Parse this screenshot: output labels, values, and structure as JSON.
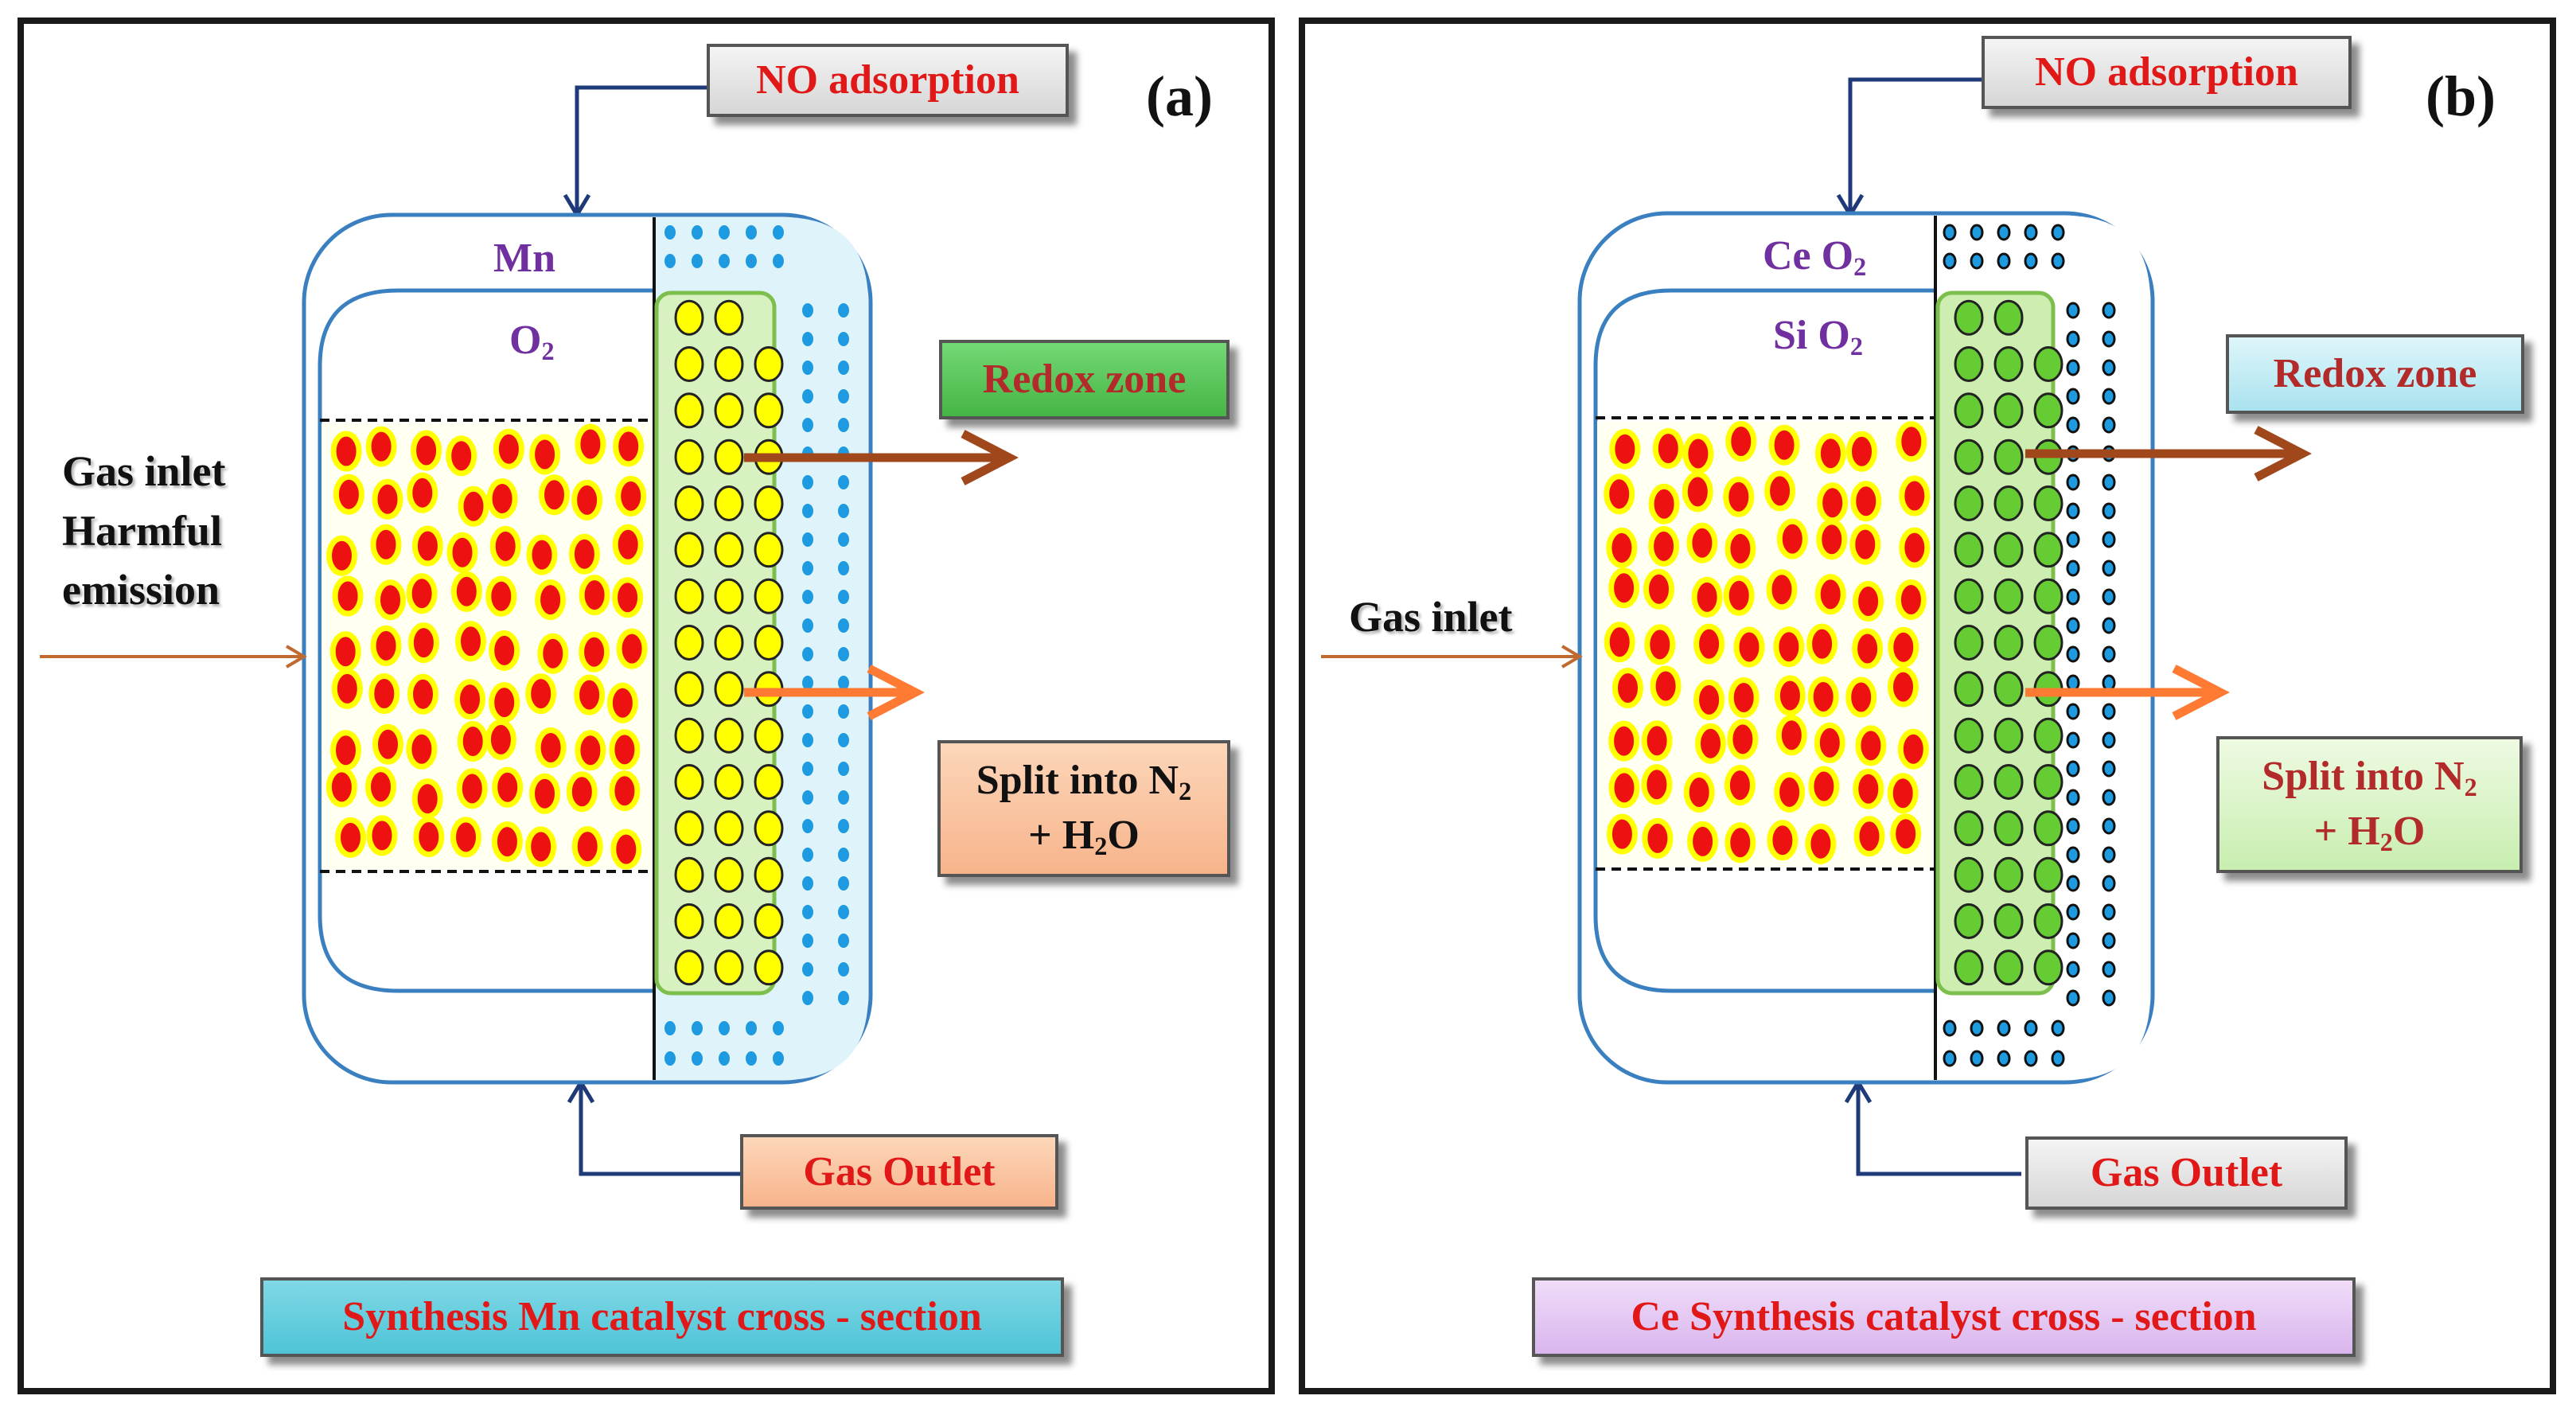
{
  "panels": [
    {
      "label": "(a)",
      "top_box": "NO adsorption",
      "layer_outer": "Mn",
      "layer_inner": "O",
      "layer_inner_sub": "2",
      "redox": "Redox zone",
      "split_line1": "Split into N",
      "split_sub1": "2",
      "split_line2_pre": "+ H",
      "split_sub2": "2",
      "split_line2_post": "O",
      "inlet_lines": [
        "Gas inlet",
        "Harmful",
        "emission"
      ],
      "outlet": "Gas Outlet",
      "caption": "Synthesis Mn catalyst cross - section"
    },
    {
      "label": "(b)",
      "top_box": "NO adsorption",
      "layer_outer": "Ce O",
      "layer_outer_sub": "2",
      "layer_inner": "Si O",
      "layer_inner_sub": "2",
      "redox": "Redox zone",
      "split_line1": "Split into N",
      "split_sub1": "2",
      "split_line2_pre": "+ H",
      "split_sub2": "2",
      "split_line2_post": "O",
      "inlet_lines": [
        "Gas inlet"
      ],
      "outlet": "Gas Outlet",
      "caption": "Ce Synthesis catalyst cross - section"
    }
  ],
  "colors": {
    "red_particle": "#ee1111",
    "particle_rim": "#ffff00",
    "yellow_particle": "#ffff00",
    "green_particle": "#66cc33",
    "blue_dot": "#1e9be0",
    "reactor_outline": "#3a7fc0",
    "arrow_brown": "#a0481c",
    "arrow_orange": "#ff7a33",
    "inlet_arrow": "#c06a30",
    "connector_navy": "#1f3a78"
  }
}
